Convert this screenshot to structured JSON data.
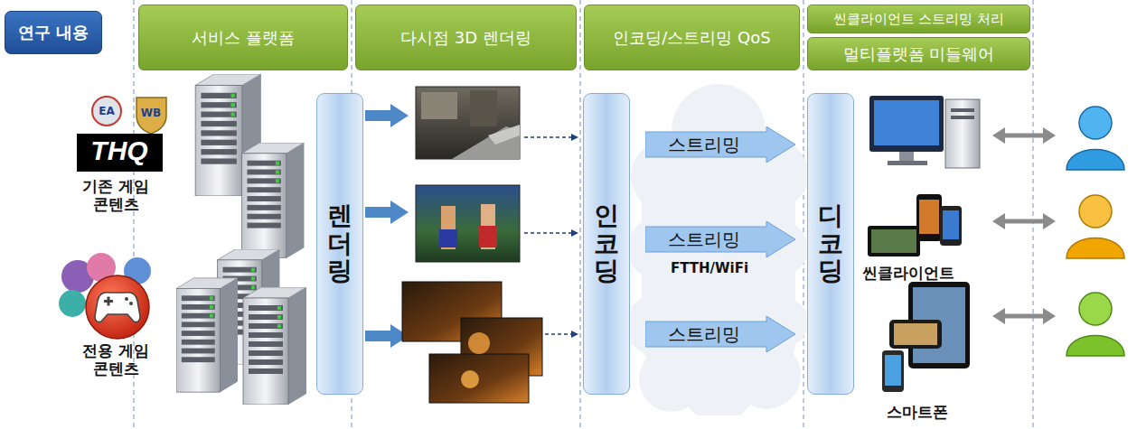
{
  "diagram": {
    "nodes": [
      {
        "text": [
          "연구 내용"
        ]
      },
      {
        "text": [
          "서비스 플랫폼"
        ]
      },
      {
        "text": [
          "다시점 3D 렌더링"
        ]
      },
      {
        "text": [
          "인코딩/스트리밍 QoS"
        ]
      },
      {
        "text": [
          "씬클라이언트 스트리밍 처리"
        ]
      },
      {
        "text": [
          "멀티플랫폼 미들웨어"
        ]
      },
      {
        "text": [
          "렌더링"
        ]
      },
      {
        "text": [
          "인코딩"
        ]
      },
      {
        "text": [
          "FTTH/WiFi"
        ]
      },
      {
        "text": [
          "스트리밍"
        ],
        "in": 8
      },
      {
        "text": [
          "스트리밍"
        ],
        "in": 8
      },
      {
        "text": [
          "스트리밍"
        ],
        "in": 8
      },
      {
        "text": [
          "디코딩"
        ]
      }
    ],
    "labels": [
      "EA",
      "WB",
      "THQ",
      "기존 게임 콘텐츠",
      "전용 게임 콘텐츠",
      "씬클라이언트",
      "스마트폰"
    ]
  }
}
